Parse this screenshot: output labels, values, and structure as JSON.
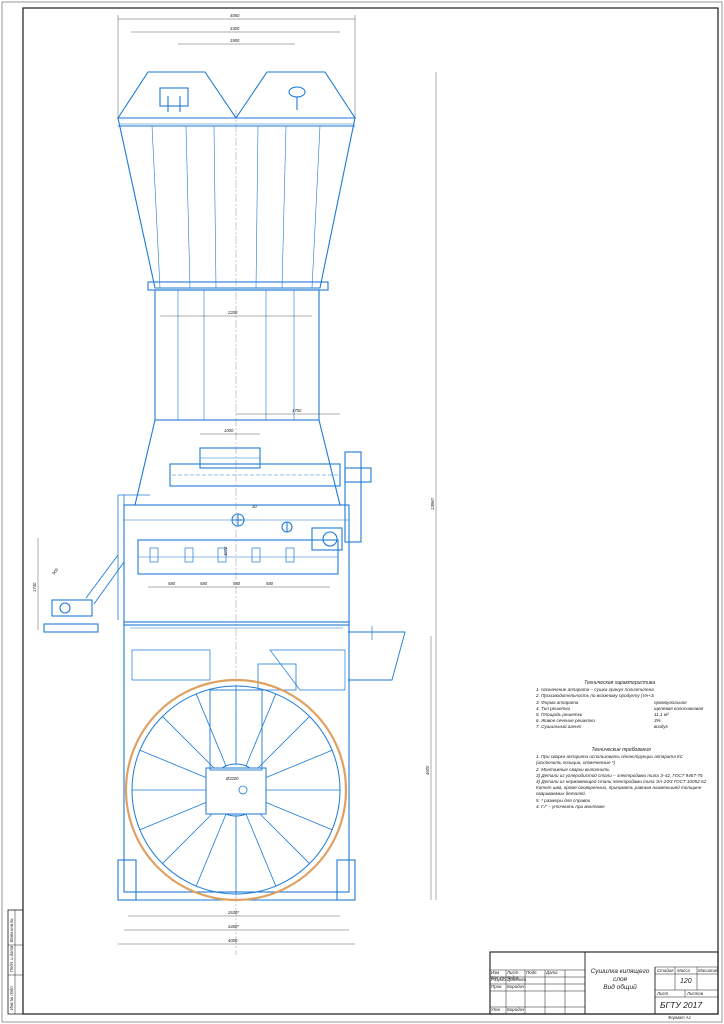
{
  "colors": {
    "frame": "#1a1a1a",
    "drawing": "#1e7ad6",
    "hatch": "#e0a060",
    "dim": "#333333"
  },
  "dimensions": {
    "top_overall": "4060",
    "top_inner": "3300",
    "top_outlet": "1900",
    "shaft_width": "2200",
    "duct_offset": "1700",
    "inlet_width": "1000",
    "pitch_1": "580",
    "pitch_2": "580",
    "pitch_3": "580",
    "pitch_4": "580",
    "total_height": "13860",
    "lower_height": "4600",
    "feeder_height": "1740",
    "feeder_length": "900",
    "small_1": "30",
    "small_2": "4072",
    "drum_diameter": "Ø3200",
    "base_1": "2630*",
    "base_2": "3400*",
    "base_3": "4000"
  },
  "specs": {
    "title": "Техническая характеристика",
    "items": [
      {
        "k": "1. Назначение аппарата – сушка гранул полиэтилена в кипящем слое",
        "v": ""
      },
      {
        "k": "2. Производительность по влажному продукту (Vн+1м%) – 9 т/ч",
        "v": ""
      },
      {
        "k": "3. Форма аппарата",
        "v": "прямоугольная"
      },
      {
        "k": "4. Тип решетки",
        "v": "щелевая колосниковая"
      },
      {
        "k": "5. Площадь решетки",
        "v": "11,1 м²"
      },
      {
        "k": "6. Живое сечение решетки",
        "v": "3%"
      },
      {
        "k": "7. Сушильный агент",
        "v": "воздух"
      }
    ]
  },
  "requirements": {
    "title": "Технические требования",
    "lines": [
      "1. При сварке аппарата использовать н/конструкции аппарата КС",
      "(исключить позиции, отмеченные *)",
      "2. Монтажные сварки выполнить",
      "3) Детали из углеродистой стали – электродами типа Э-42, ГОСТ 9467-75",
      "4) Детали из нержавеющей стали электродами типа ЭА-1Ф3 ГОСТ 10052-62",
      "Катет шва, кроме оговоренных, принимать равным наименьшей толщине",
      "свариваемых деталей.",
      "5. * размеры для справок",
      "4. Г.Г – уточнить при монтаже"
    ]
  },
  "title_block": {
    "name_line1": "Сушилка кипящего",
    "name_line2": "слоя",
    "name_line3": "Вид общий",
    "stage_head": "Стадия",
    "mass_head": "Масса",
    "scale_head": "Масштаб",
    "mass_value": "120",
    "sheet_label": "Лист",
    "sheets_label": "Листов",
    "org": "БГТУ 2017",
    "format": "Формат А1",
    "rows": [
      {
        "role": "Изм Кол.уч",
        "name": "Лист №док",
        "sign": "Подп.",
        "date": "Дата"
      },
      {
        "role": "Разраб",
        "name": "Деменков",
        "sign": "",
        "date": ""
      },
      {
        "role": "Пров",
        "name": "Бородич",
        "sign": "",
        "date": ""
      },
      {
        "role": "Утв",
        "name": "Бородич",
        "sign": "",
        "date": ""
      }
    ],
    "side_labels": [
      "Инв.№ подл.",
      "Подп. и дата",
      "Взам.инв.№"
    ]
  }
}
